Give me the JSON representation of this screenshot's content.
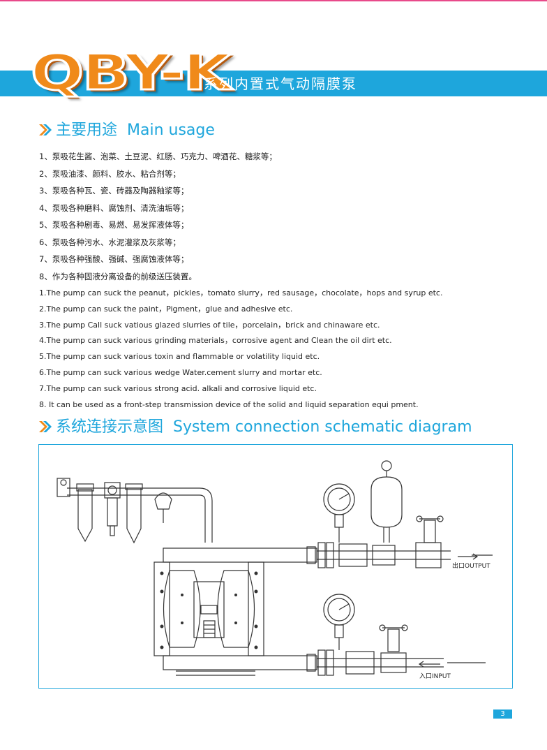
{
  "header": {
    "brand": "QBY-K",
    "subtitle": "系列内置式气动隔膜泵"
  },
  "sections": {
    "usage": {
      "title_cn": "主要用途",
      "title_en": "Main usage"
    },
    "schematic": {
      "title_cn": "系统连接示意图",
      "title_en": "System connection schematic diagram"
    }
  },
  "usage_cn": [
    "1、泵吸花生酱、泡菜、土豆泥、红肠、巧克力、啤酒花、糖浆等；",
    "2、泵吸油漆、颜料、胶水、粘合剂等；",
    "3、泵吸各种瓦、瓷、砖器及陶器釉浆等；",
    "4、泵吸各种磨料、腐蚀剂、清洗油垢等；",
    "5、泵吸各种剧毒、易燃、易发挥液体等；",
    "6、泵吸各种污水、水泥灌浆及灰浆等；",
    "7、泵吸各种强酸、强碱、强腐蚀液体等；",
    "8、作为各种固液分离设备的前级送压装置。"
  ],
  "usage_en": [
    "1.The pump can suck the peanut，pickles，tomato slurry，red sausage，chocolate，hops and syrup etc.",
    "2.The pump can suck the paint，Pigment，glue and adhesive etc.",
    "3.The pump Call suck vatious glazed slurries of tile，porcelain，brick and chinaware etc.",
    "4.The pump can suck various grinding materials，corrosive agent and Clean the oil dirt etc.",
    "5.The pump can suck various toxin and flammable or volatility liquid etc.",
    "6.The pump can suck various wedge Water.cement slurry and mortar etc.",
    "7.The pump can suck various strong acid.  alkali and corrosive liquid etc.",
    "8.  It can be used as a front-step transmission device of the solid and liquid separation equi pment."
  ],
  "diagram": {
    "output_label": "出口OUTPUT",
    "input_label": "入口INPUT"
  },
  "footer": {
    "page_number": "3"
  },
  "colors": {
    "accent": "#1ea6dc",
    "brand_orange": "#f08a1a",
    "top_rule": "#e84a8a"
  }
}
